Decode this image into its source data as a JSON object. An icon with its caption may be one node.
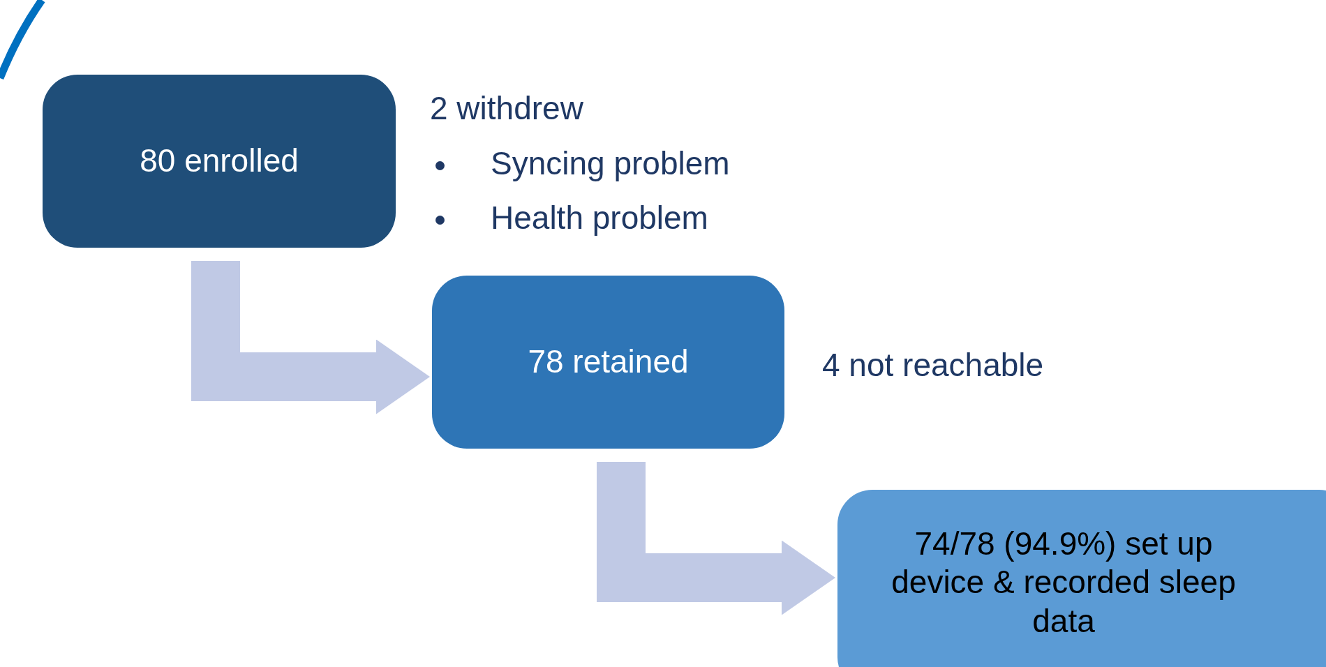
{
  "diagram": {
    "nodes": [
      {
        "text": [
          "80 enrolled"
        ]
      },
      {
        "text": [
          "78 retained"
        ]
      },
      {
        "text": [
          "74/78 (94.9%) set up device & recorded sleep data"
        ]
      }
    ],
    "edges": [
      {
        "from": 0,
        "to": 1,
        "arrow": "to"
      },
      {
        "from": 1,
        "to": 2,
        "arrow": "to"
      }
    ],
    "labels": [
      "2 withdrew",
      "Syncing problem",
      "Health problem",
      "4 not reachable"
    ]
  }
}
